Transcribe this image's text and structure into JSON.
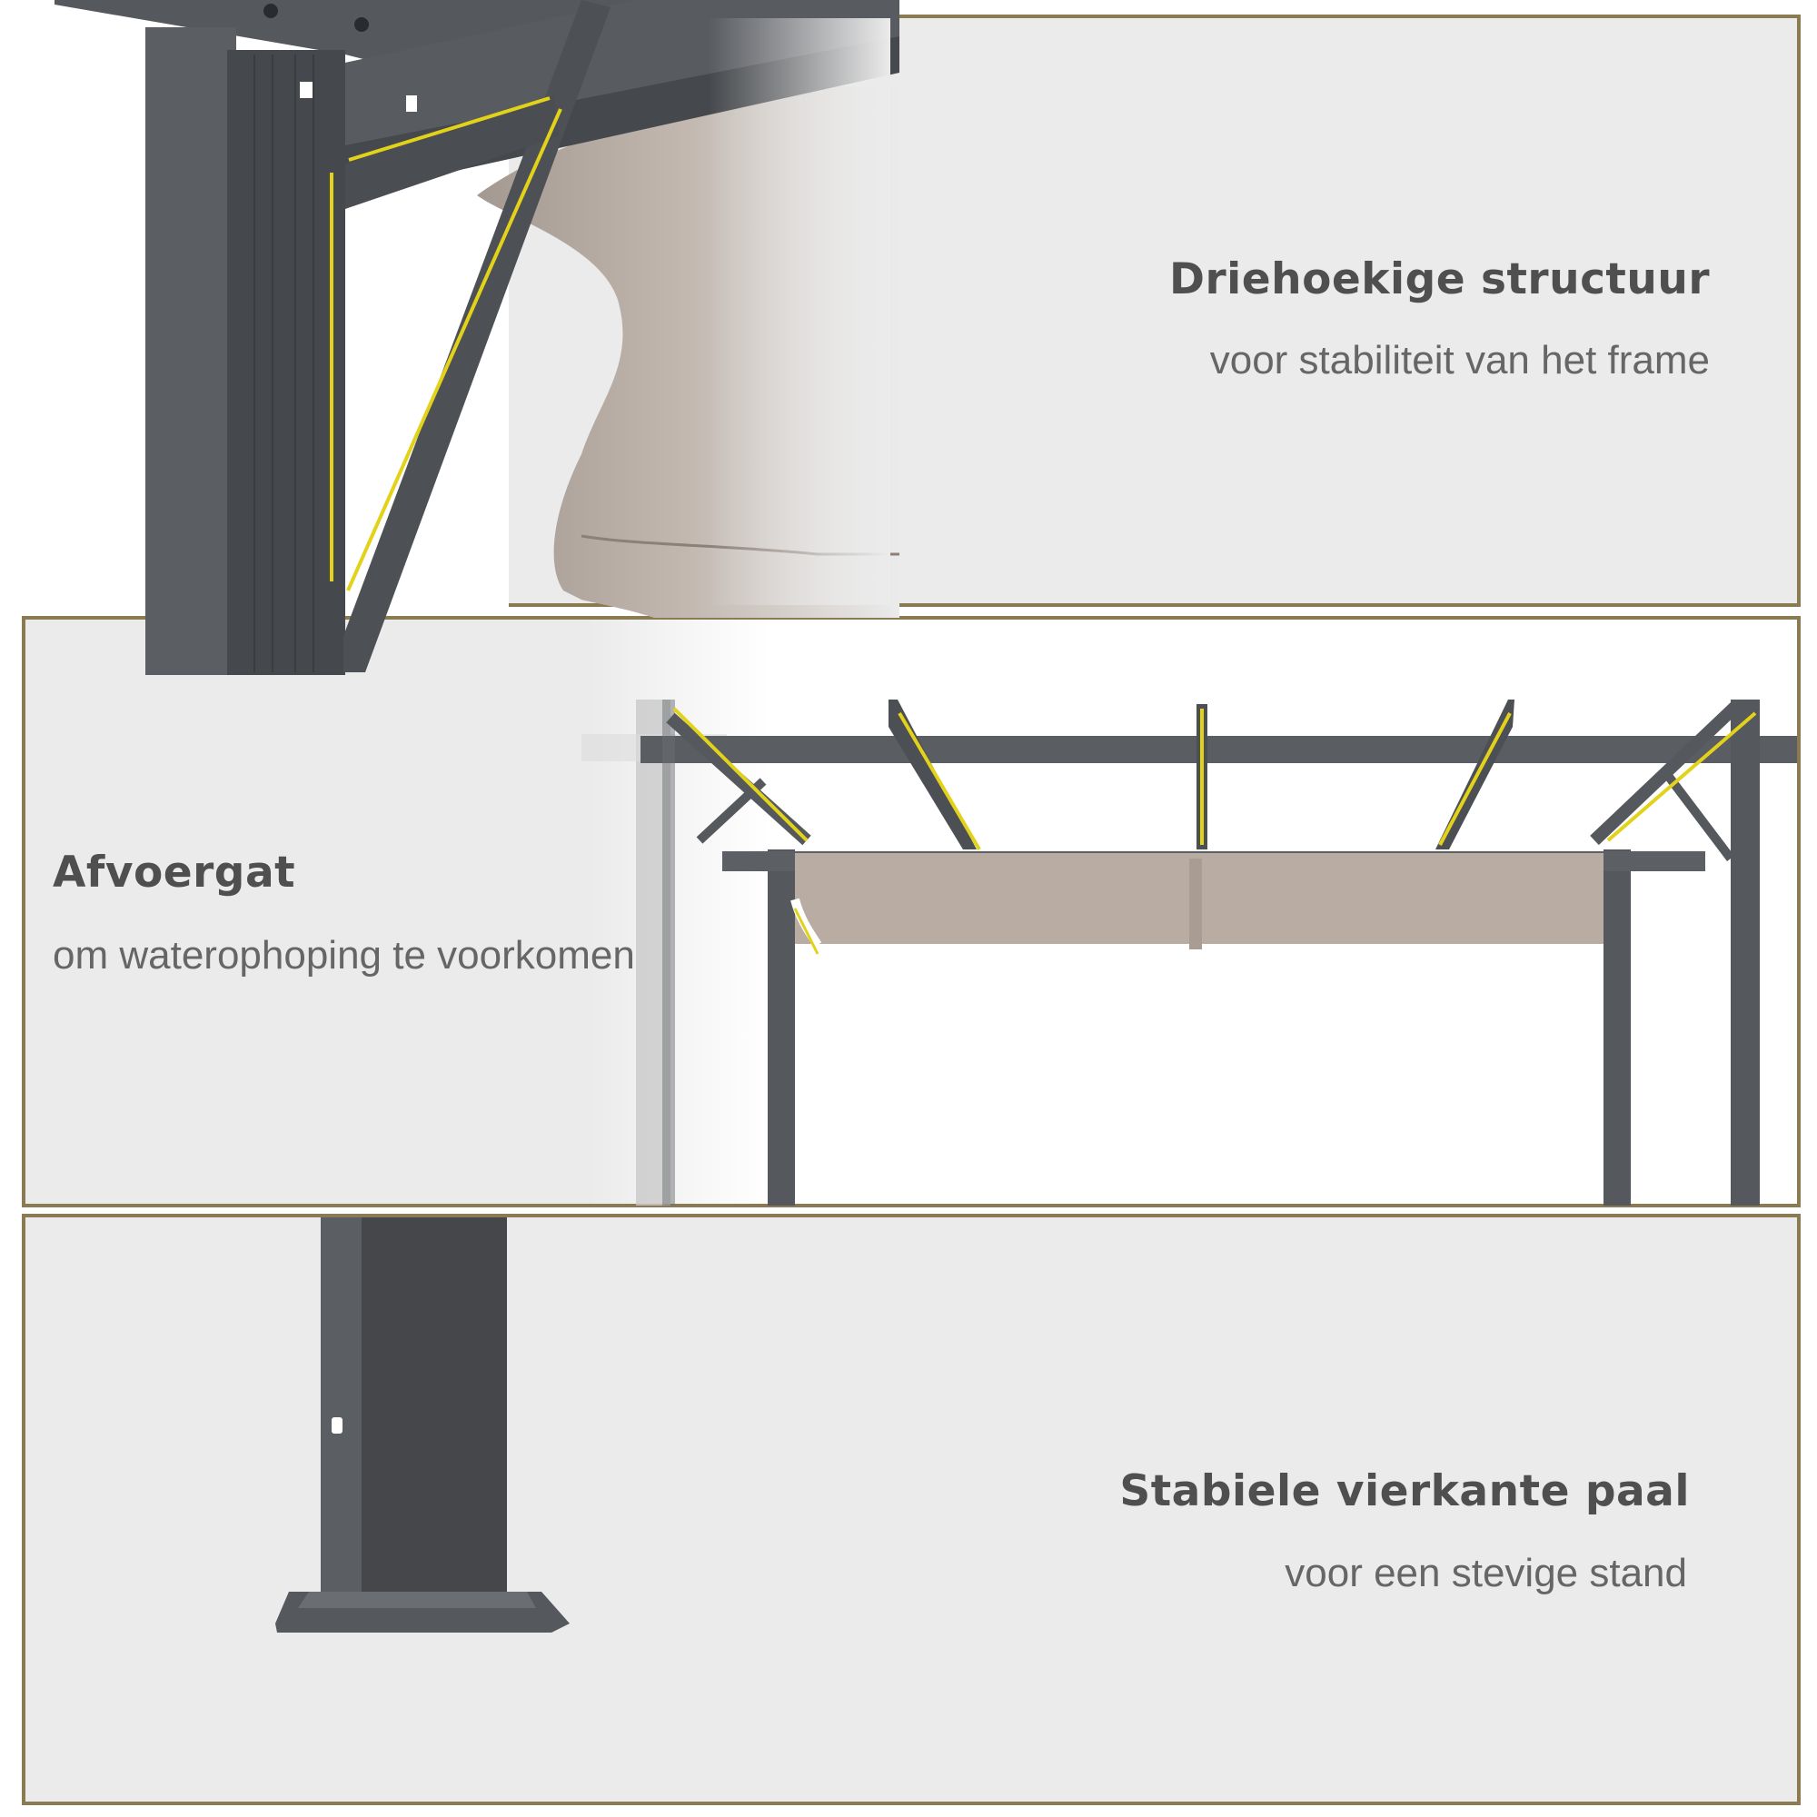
{
  "colors": {
    "panel_border": "#8b7b52",
    "panel_bg": "#ebebeb",
    "title": "#4f4f4f",
    "subtitle": "#666666",
    "frame_metal": "#4a4d52",
    "canopy_fabric": "#b9aca2",
    "highlight": "#e3d21a"
  },
  "features": [
    {
      "title": "Driehoekige structuur",
      "subtitle": "voor stabiliteit van het frame",
      "image": "corner-bracket-closeup"
    },
    {
      "title": "Afvoergat",
      "subtitle": "om waterophoping te voorkomen",
      "image": "pergola-frame-with-canopy"
    },
    {
      "title": "Stabiele vierkante paal",
      "subtitle": "voor een stevige stand",
      "image": "square-post-base"
    }
  ]
}
